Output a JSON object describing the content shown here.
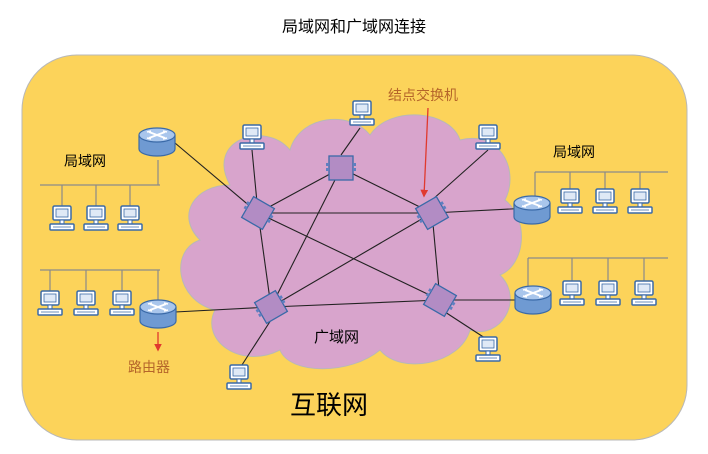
{
  "title": "局域网和广域网连接",
  "labels": {
    "lan_left": "局域网",
    "lan_right": "局域网",
    "wan": "广域网",
    "internet": "互联网",
    "switch_callout": "结点交换机",
    "router_callout": "路由器"
  },
  "colors": {
    "background": "#fcd35a",
    "cloud": "#d8a4cc",
    "device_blue": "#8fb4e0",
    "device_stroke": "#3a6aa8",
    "callout": "#b5652a",
    "arrow": "#e0392e"
  },
  "icons": {
    "router": "router-icon",
    "switch": "switch-icon",
    "host": "computer-icon"
  }
}
